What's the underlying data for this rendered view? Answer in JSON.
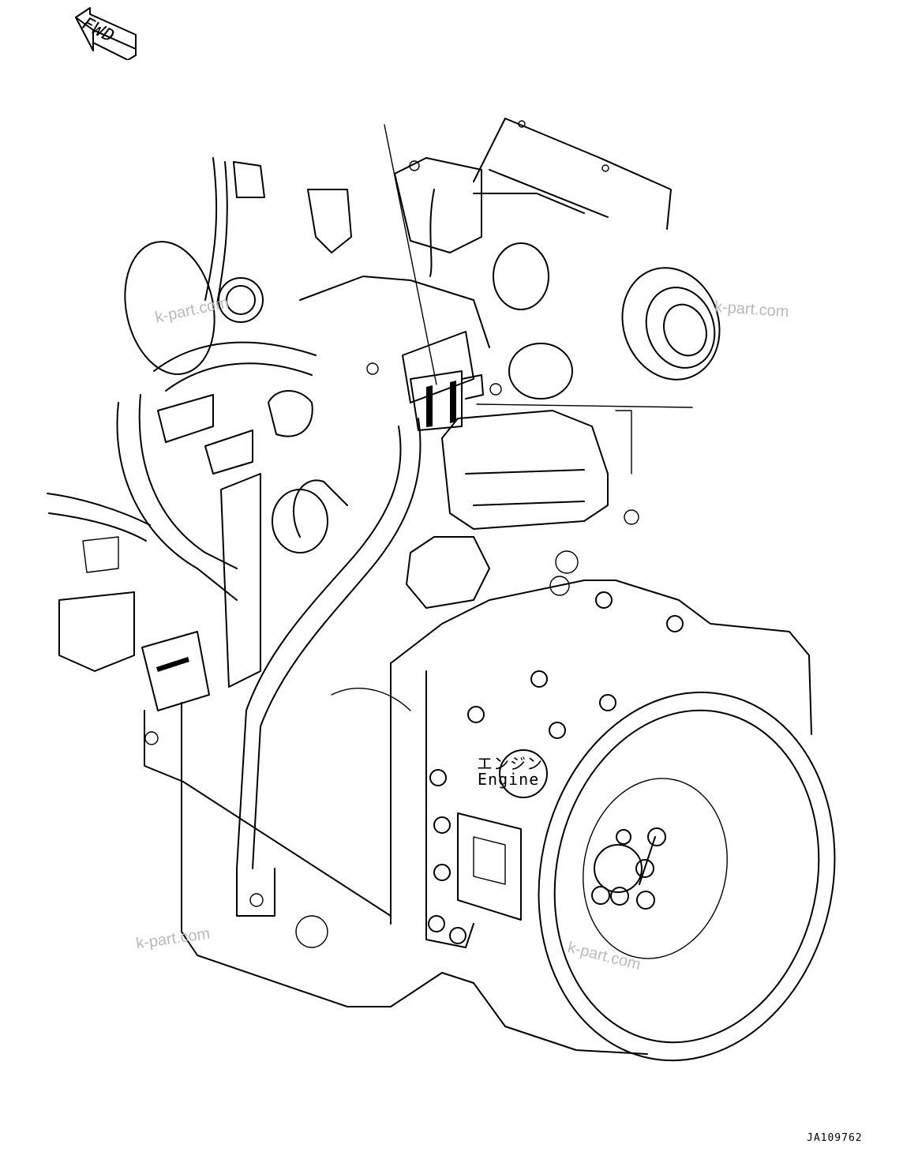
{
  "diagram": {
    "direction_indicator": "FWD",
    "part_label_japanese": "エンジン",
    "part_label_english": "Engine",
    "drawing_number": "JA109762",
    "watermarks": [
      "k-part.com",
      "k-part.com",
      "k-part.com",
      "k-part.com"
    ],
    "icons": {
      "direction": "fwd-arrow-icon",
      "subject": "engine-illustration"
    },
    "colors": {
      "linework": "#000000",
      "watermark": "#b9b9b9",
      "background": "#ffffff"
    }
  }
}
